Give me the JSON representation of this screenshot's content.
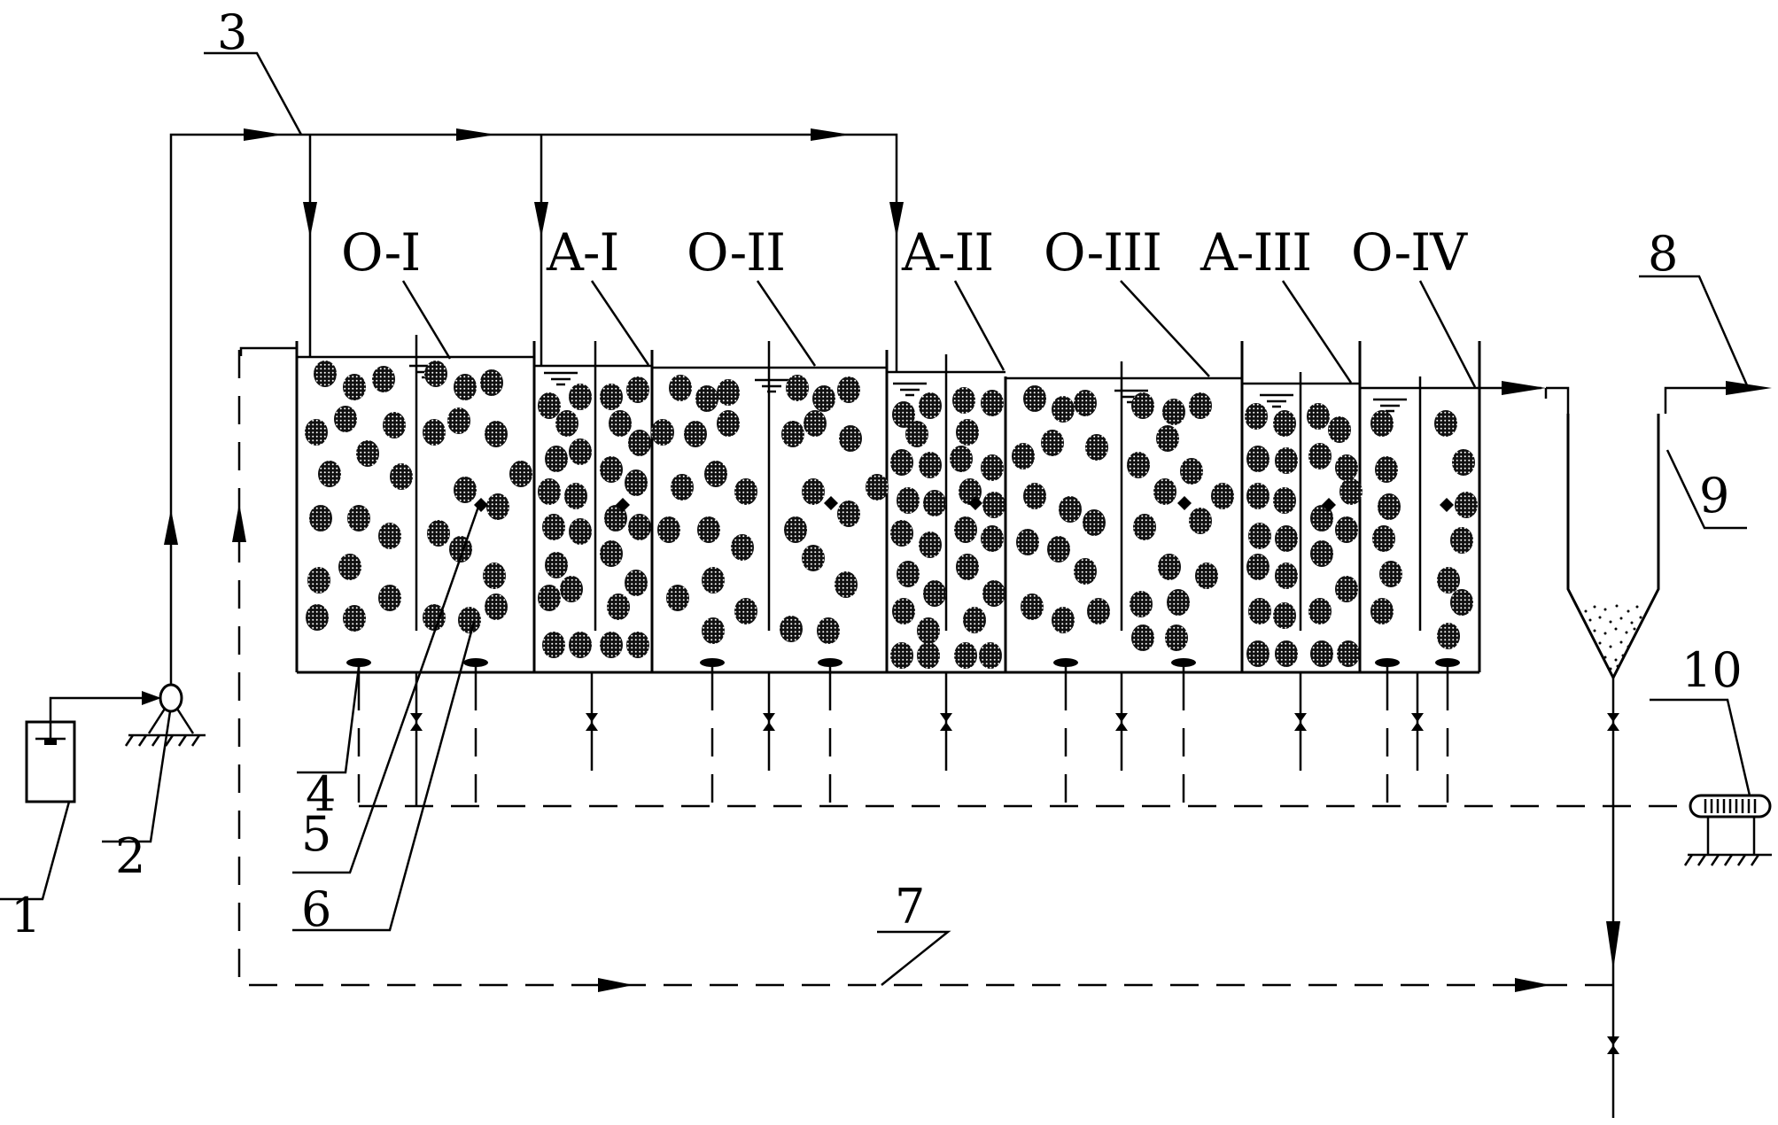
{
  "zones": [
    {
      "id": "o1",
      "label": "O-I"
    },
    {
      "id": "a1",
      "label": "A-I"
    },
    {
      "id": "o2",
      "label": "O-II"
    },
    {
      "id": "a2",
      "label": "A-II"
    },
    {
      "id": "o3",
      "label": "O-III"
    },
    {
      "id": "a3",
      "label": "A-III"
    },
    {
      "id": "o4",
      "label": "O-IV"
    }
  ],
  "callouts": [
    {
      "id": "c1",
      "label": "1"
    },
    {
      "id": "c2",
      "label": "2"
    },
    {
      "id": "c3",
      "label": "3"
    },
    {
      "id": "c4",
      "label": "4"
    },
    {
      "id": "c5",
      "label": "5"
    },
    {
      "id": "c6",
      "label": "6"
    },
    {
      "id": "c7",
      "label": "7"
    },
    {
      "id": "c8",
      "label": "8"
    },
    {
      "id": "c9",
      "label": "9"
    },
    {
      "id": "c10",
      "label": "10"
    }
  ]
}
